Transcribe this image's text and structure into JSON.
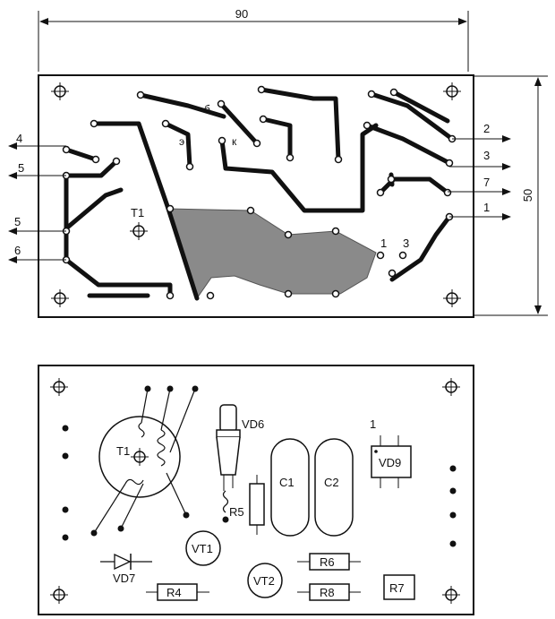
{
  "dimensions": {
    "width": "90",
    "height": "50"
  },
  "pcb_top": {
    "center_mark": "T1",
    "left_terminals": [
      "4",
      "5",
      "5",
      "6"
    ],
    "right_terminals": [
      "2",
      "3",
      "7",
      "1"
    ],
    "transistor_pins": {
      "base": "б",
      "emitter": "э",
      "collector": "к"
    },
    "ic_pins": [
      "1",
      "3"
    ]
  },
  "pcb_bottom": {
    "components": {
      "T1": "T1",
      "VD6": "VD6",
      "VD7": "VD7",
      "VD9": "VD9",
      "VD9_pin": "1",
      "C1": "C1",
      "C2": "C2",
      "R4": "R4",
      "R5": "R5",
      "R6": "R6",
      "R7": "R7",
      "R8": "R8",
      "VT1": "VT1",
      "VT2": "VT2"
    }
  },
  "colors": {
    "ink": "#111111",
    "fill": "#8a8a8a",
    "paper": "#ffffff"
  }
}
